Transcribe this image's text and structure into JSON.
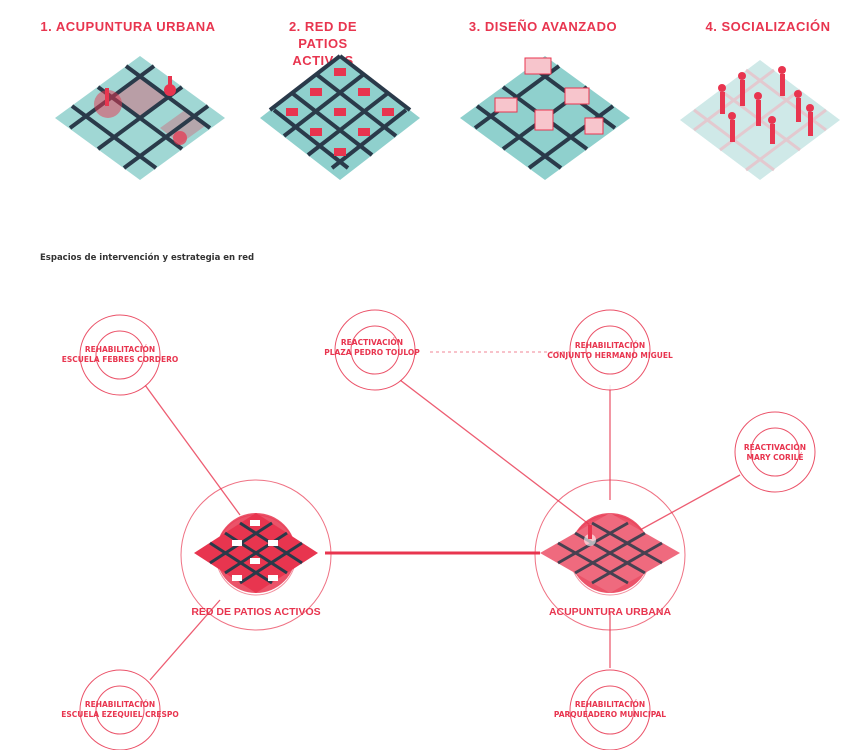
{
  "steps": [
    {
      "title": "1. ACUPUNTURA URBANA",
      "icon": "urban-acupuncture-grid-icon"
    },
    {
      "title": "2. RED DE PATIOS ACTIVOS",
      "icon": "active-courtyards-grid-icon"
    },
    {
      "title": "3. DISEÑO AVANZADO",
      "icon": "advanced-design-grid-icon"
    },
    {
      "title": "4. SOCIALIZACIÓN",
      "icon": "socialization-grid-icon"
    }
  ],
  "subtitle": "Espacios de intervención y estrategia en red",
  "hubs": {
    "patios": {
      "label": "RED DE PATIOS ACTIVOS"
    },
    "acupuntura": {
      "label": "ACUPUNTURA URBANA"
    }
  },
  "nodes": {
    "ferres": {
      "line1": "REHABILITACIÓN",
      "line2": "ESCUELA FEBRES CORDERO"
    },
    "toulop": {
      "line1": "REACTIVACIÓN",
      "line2": "PLAZA PEDRO TOULOP"
    },
    "miguel": {
      "line1": "REHABILITACIÓN",
      "line2": "CONJUNTO HERMANO MIGUEL"
    },
    "mary": {
      "line1": "REACTIVACIÓN",
      "line2": "MARY CORILÉ"
    },
    "crespo": {
      "line1": "REHABILITACIÓN",
      "line2": "ESCUELA EZEQUIEL CRESPO"
    },
    "parqueadero": {
      "line1": "REHABILITACIÓN",
      "line2": "PARQUEADERO MUNICIPAL"
    }
  },
  "colors": {
    "accent": "#e8354f",
    "teal": "#7fc6c4",
    "dark": "#2a3a4a",
    "ring": "#f2a3ad"
  }
}
